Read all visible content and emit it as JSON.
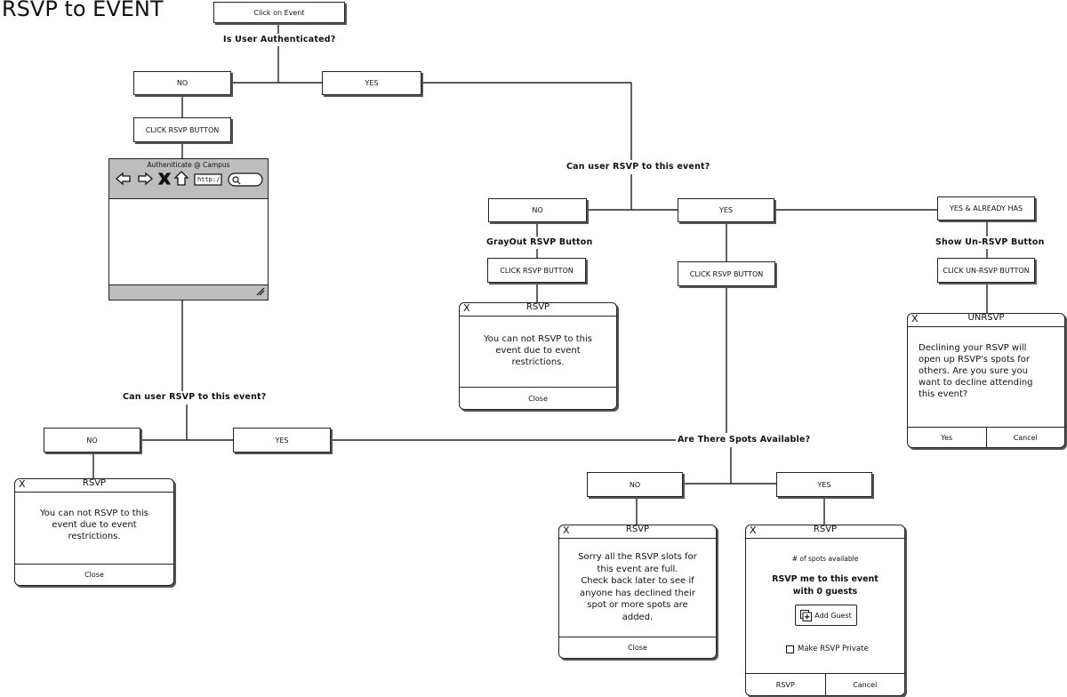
{
  "title": "RSVP to EVENT",
  "boxes": {
    "click_event": "Click on Event",
    "no_auth": "NO",
    "yes_auth": "YES",
    "click_rsvp_left": "CLICK RSVP BUTTON",
    "no_right": "NO",
    "yes_right": "YES",
    "yes_already": "YES & ALREADY HAS",
    "click_rsvp_mid": "CLICK RSVP BUTTON",
    "click_rsvp_center": "CLICK RSVP BUTTON",
    "click_unrsvp": "CLICK UN-RSVP BUTTON",
    "no_left2": "NO",
    "yes_left2": "YES",
    "no_spots": "NO",
    "yes_spots": "YES"
  },
  "labels": {
    "is_auth": "Is User Authenticated?",
    "can_rsvp_right": "Can user RSVP to this event?",
    "grayout": "GrayOut RSVP Button",
    "show_unrsvp": "Show Un-RSVP Button",
    "can_rsvp_left": "Can user RSVP to this event?",
    "spots_available": "Are There Spots Available?"
  },
  "browser": {
    "title": "Autheniticate @ Campus",
    "url": "http:/"
  },
  "dialogs": {
    "rsvp_denied_right": {
      "close_icon": "X",
      "title": "RSVP",
      "body": [
        "You can not RSVP to this",
        "event due to event",
        "restrictions."
      ],
      "buttons": [
        "Close"
      ]
    },
    "unrsvp": {
      "close_icon": "X",
      "title": "UNRSVP",
      "body": [
        "Declining your RSVP will",
        "open up RSVP's spots for",
        "others. Are you sure you",
        "want to decline attending",
        "this event?"
      ],
      "buttons": [
        "Yes",
        "Cancel"
      ]
    },
    "rsvp_denied_left": {
      "close_icon": "X",
      "title": "RSVP",
      "body": [
        "You can not RSVP to this",
        "event due to event",
        "restrictions."
      ],
      "buttons": [
        "Close"
      ]
    },
    "rsvp_full": {
      "close_icon": "X",
      "title": "RSVP",
      "body": [
        "Sorry all the RSVP slots for",
        "this event are full.",
        "Check back later to see if",
        "anyone has declined their",
        "spot or more spots are",
        "added."
      ],
      "buttons": [
        "Close"
      ]
    },
    "rsvp_confirm": {
      "close_icon": "X",
      "title": "RSVP",
      "spots": "# of spots available",
      "body": [
        "RSVP me to this event",
        "with 0 guests"
      ],
      "add_guest": "Add Guest",
      "private": "Make RSVP Private",
      "buttons": [
        "RSVP",
        "Cancel"
      ]
    }
  }
}
